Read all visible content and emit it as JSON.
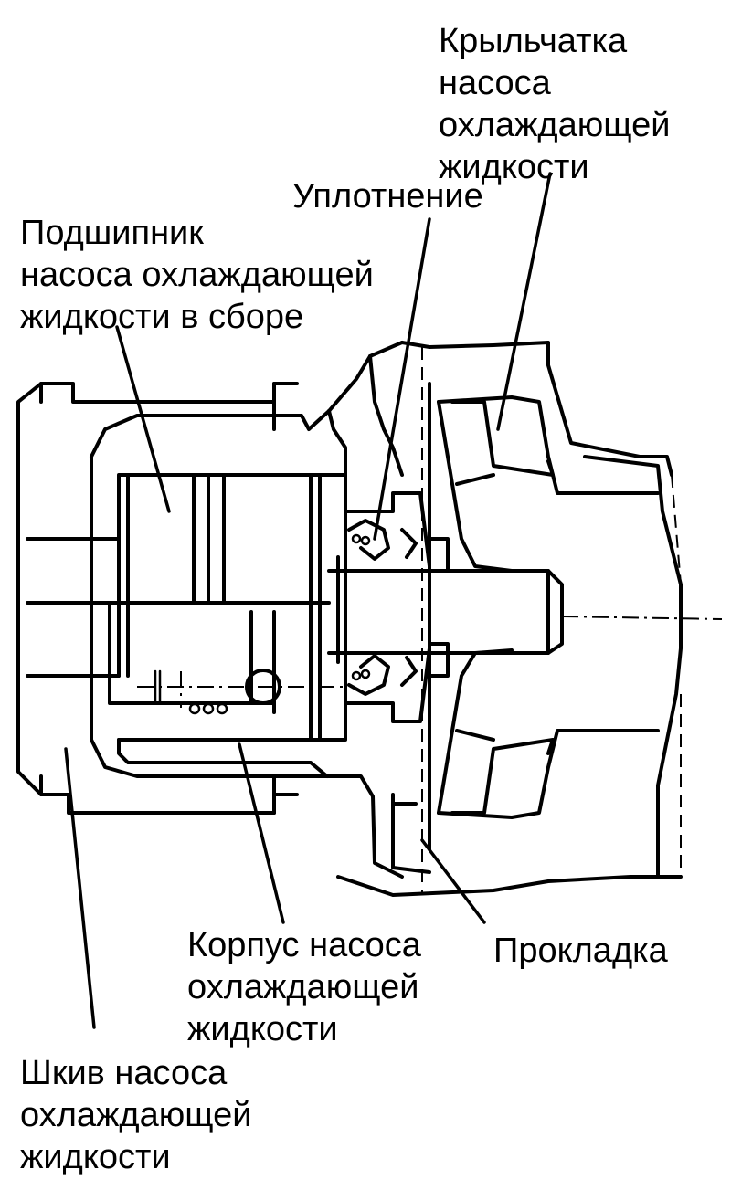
{
  "labels": {
    "impeller": [
      "Крыльчатка",
      "насоса",
      "охлаждающей",
      "жидкости"
    ],
    "seal": [
      "Уплотнение"
    ],
    "bearing": [
      "Подшипник",
      "насоса охлаждающей",
      "жидкости в сборе"
    ],
    "housing": [
      "Корпус насоса",
      "охлаждающей",
      "жидкости"
    ],
    "gasket": [
      "Прокладка"
    ],
    "pulley": [
      "Шкив насоса",
      "охлаждающей",
      "жидкости"
    ]
  },
  "colors": {
    "ink": "#000000",
    "paper": "#ffffff"
  }
}
